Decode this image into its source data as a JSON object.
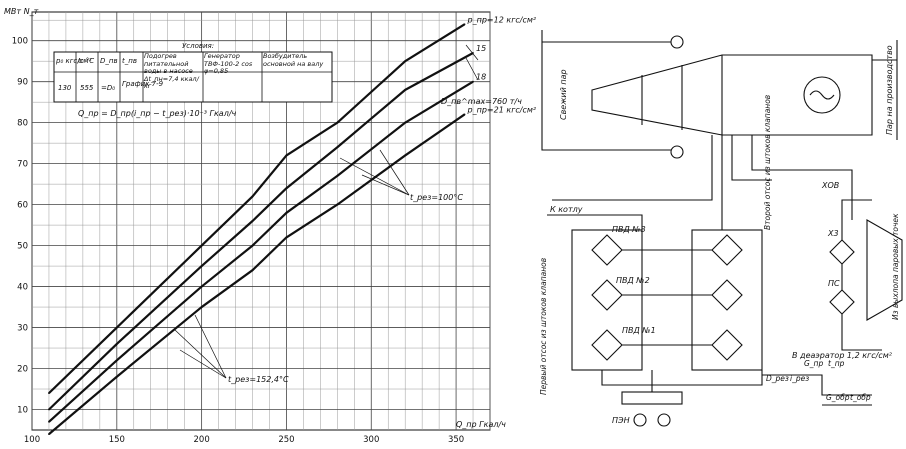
{
  "chart_data": {
    "type": "line",
    "ylabel": "МВт N_т",
    "xlabel": "Q_пр Гкал/ч",
    "xlim": [
      100,
      370
    ],
    "ylim": [
      5,
      107
    ],
    "xticks": [
      100,
      150,
      200,
      250,
      300,
      350
    ],
    "yticks": [
      10,
      20,
      30,
      40,
      50,
      60,
      70,
      80,
      90,
      100
    ],
    "grid": true,
    "series": [
      {
        "name": "p_пр=12 кгс/см²",
        "x": [
          110,
          150,
          200,
          230,
          250,
          280,
          320,
          355
        ],
        "y": [
          14,
          30,
          50,
          62,
          72,
          80,
          95,
          104
        ]
      },
      {
        "name": "15",
        "x": [
          110,
          150,
          200,
          230,
          250,
          280,
          320,
          360
        ],
        "y": [
          10,
          26,
          45,
          56,
          64,
          74,
          88,
          97
        ]
      },
      {
        "name": "18",
        "x": [
          110,
          150,
          200,
          230,
          250,
          280,
          320,
          360
        ],
        "y": [
          7,
          22,
          40,
          50,
          58,
          67,
          80,
          90
        ]
      },
      {
        "name": "p_пр=21 кгс/см²",
        "x": [
          110,
          150,
          200,
          230,
          250,
          280,
          320,
          355
        ],
        "y": [
          4,
          18,
          35,
          44,
          52,
          60,
          72,
          82
        ]
      }
    ],
    "annotations": {
      "d_label": "D_пв^max=760 т/ч",
      "t_upper": "t_pез=100°C",
      "t_lower": "t_pез=152,4°C",
      "formula": "Q_пр = D_пр(i_пр − t_рез)·10⁻³ Гкал/ч"
    },
    "conditions": {
      "title": "Условия:",
      "headers": [
        "p₀ кгс/см²",
        "t₀ °C",
        "D_пв",
        "t_пв",
        "Подогрев питательной воды в насосе Δt_пн=7,4 ккал/кг",
        "Генератор ТВФ-100-2 cos φ=0,85",
        "Возбудитель основной на валу"
      ],
      "values": [
        "130",
        "555",
        "=D₀",
        "График 7-9"
      ]
    }
  },
  "scheme": {
    "pvd3": "ПВД №3",
    "pvd2": "ПВД №2",
    "pvd1": "ПВД №1",
    "to_boiler": "К котлу",
    "live_steam": "Свежий пар",
    "steam_to_process": "Пар на производство",
    "hov": "ХОВ",
    "x3": "Х3",
    "ps": "ПС",
    "deaerator": "В деаэратор 1,2 кгс/см²",
    "pen": "ПЭН",
    "first_extraction": "Первый отсос из штоков клапанов",
    "second_extraction": "Второй отсос из штоков клапанов",
    "gland_leak": "Из выхлопа паровых точек",
    "d_pez": "D_pез",
    "i_pez": "i_pез",
    "g_pr": "G_пр",
    "t_pr": "t_пр",
    "g_pob": "G_обр",
    "t_pob": "t_обр"
  }
}
